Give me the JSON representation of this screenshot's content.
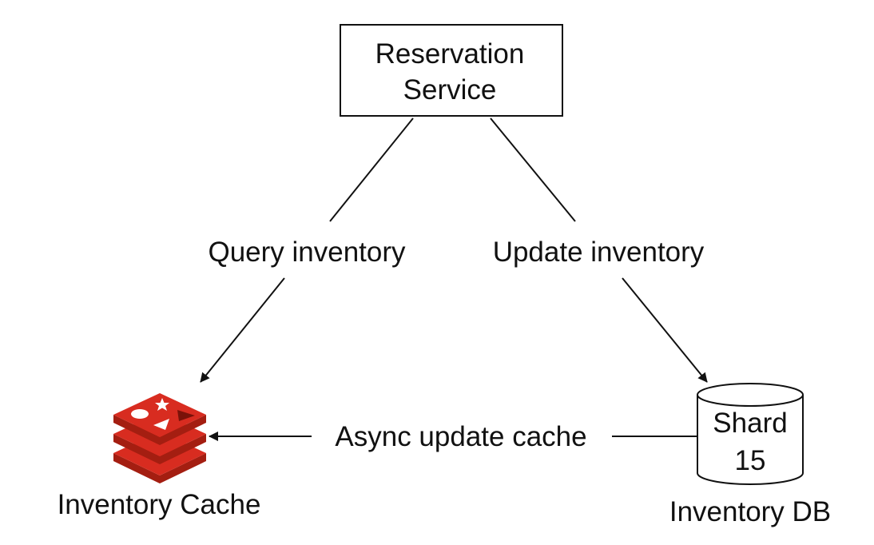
{
  "nodes": {
    "reservation_service": {
      "line1": "Reservation",
      "line2": "Service"
    },
    "inventory_cache": {
      "label": "Inventory Cache",
      "icon": "redis-icon"
    },
    "shard": {
      "line1": "Shard",
      "line2": "15",
      "label": "Inventory DB"
    }
  },
  "edges": {
    "query": {
      "label": "Query inventory"
    },
    "update": {
      "label": "Update inventory"
    },
    "async": {
      "label": "Async update cache"
    }
  },
  "colors": {
    "redis_red": "#d82c20",
    "redis_dark": "#a41e11",
    "line": "#111111"
  }
}
